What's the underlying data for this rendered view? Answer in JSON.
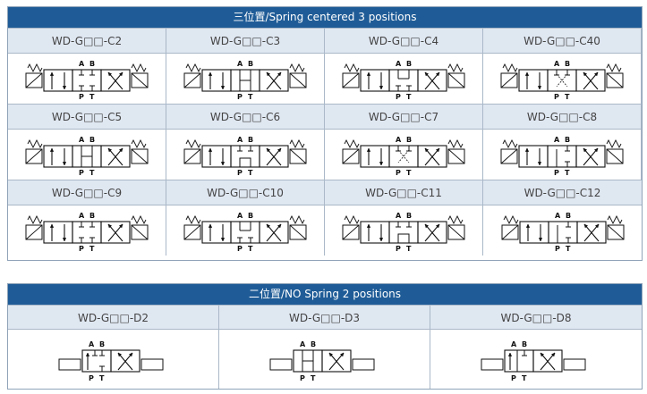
{
  "sections": [
    {
      "title": "三位置/Spring centered 3 positions",
      "columns": 4,
      "items": [
        {
          "code": "WD-G□□-C2",
          "ports_top": [
            "A",
            "B"
          ],
          "ports_bottom": [
            "P",
            "T"
          ]
        },
        {
          "code": "WD-G□□-C3",
          "ports_top": [
            "A",
            "B"
          ],
          "ports_bottom": [
            "P",
            "T"
          ]
        },
        {
          "code": "WD-G□□-C4",
          "ports_top": [
            "A",
            "B"
          ],
          "ports_bottom": [
            "P",
            "T"
          ]
        },
        {
          "code": "WD-G□□-C40",
          "ports_top": [
            "A",
            "B"
          ],
          "ports_bottom": [
            "P",
            "T"
          ]
        },
        {
          "code": "WD-G□□-C5",
          "ports_top": [
            "A",
            "B"
          ],
          "ports_bottom": [
            "P",
            "T"
          ]
        },
        {
          "code": "WD-G□□-C6",
          "ports_top": [
            "A",
            "B"
          ],
          "ports_bottom": [
            "P",
            "T"
          ]
        },
        {
          "code": "WD-G□□-C7",
          "ports_top": [
            "A",
            "B"
          ],
          "ports_bottom": [
            "P",
            "T"
          ]
        },
        {
          "code": "WD-G□□-C8",
          "ports_top": [
            "A",
            "B"
          ],
          "ports_bottom": [
            "P",
            "T"
          ]
        },
        {
          "code": "WD-G□□-C9",
          "ports_top": [
            "A",
            "B"
          ],
          "ports_bottom": [
            "P",
            "T"
          ]
        },
        {
          "code": "WD-G□□-C10",
          "ports_top": [
            "A",
            "B"
          ],
          "ports_bottom": [
            "P",
            "T"
          ]
        },
        {
          "code": "WD-G□□-C11",
          "ports_top": [
            "A",
            "B"
          ],
          "ports_bottom": [
            "P",
            "T"
          ]
        },
        {
          "code": "WD-G□□-C12",
          "ports_top": [
            "A",
            "B"
          ],
          "ports_bottom": [
            "P",
            "T"
          ]
        }
      ]
    },
    {
      "title": "二位置/NO Spring 2 positions",
      "columns": 3,
      "items": [
        {
          "code": "WD-G□□-D2",
          "ports_top": [
            "A",
            "B"
          ],
          "ports_bottom": [
            "P",
            "T"
          ]
        },
        {
          "code": "WD-G□□-D3",
          "ports_top": [
            "A",
            "B"
          ],
          "ports_bottom": [
            "P",
            "T"
          ]
        },
        {
          "code": "WD-G□□-D8",
          "ports_top": [
            "A",
            "B"
          ],
          "ports_bottom": [
            "P",
            "T"
          ]
        }
      ]
    }
  ],
  "colors": {
    "banner": "#1f5c97",
    "label_bg": "#dfe7f1",
    "border": "#8fa3b8"
  }
}
